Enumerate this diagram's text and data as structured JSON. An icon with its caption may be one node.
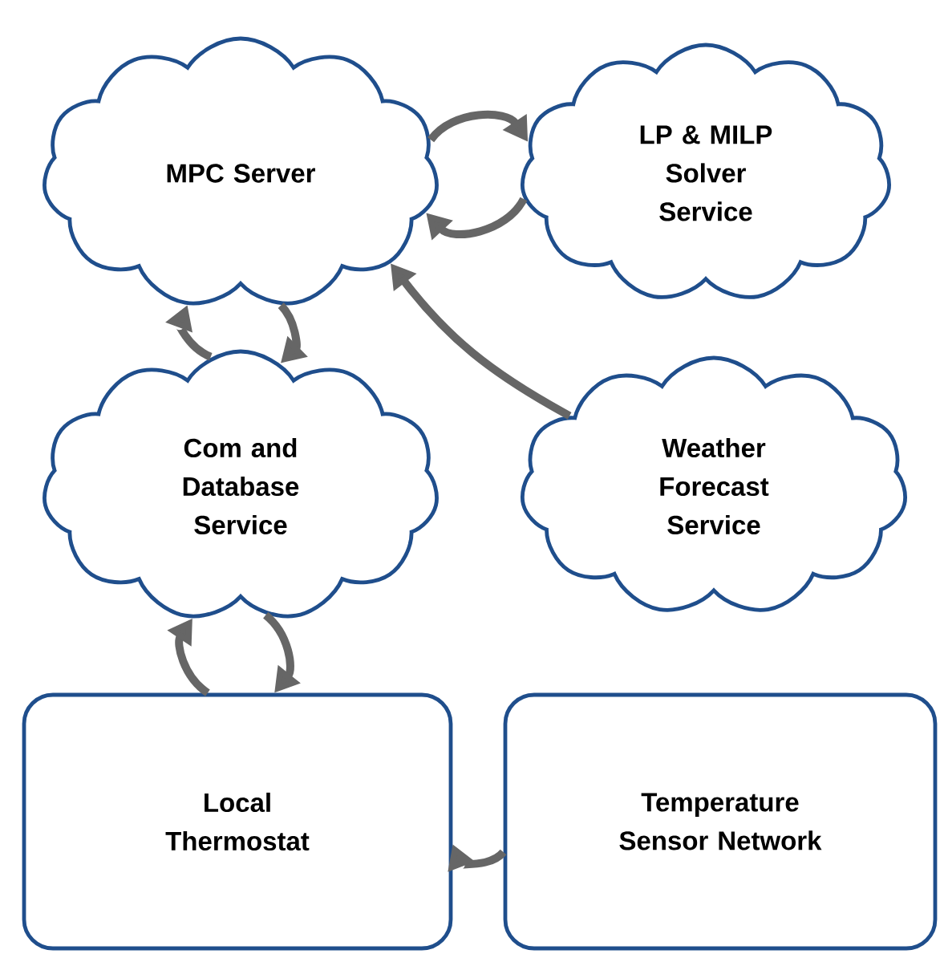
{
  "diagram": {
    "nodes": [
      {
        "text": [
          "MPC Server"
        ]
      },
      {
        "text": [
          "LP & MILP Solver Service"
        ]
      },
      {
        "text": [
          "Com and Database Service"
        ]
      },
      {
        "text": [
          "Weather Forecast Service"
        ]
      },
      {
        "text": [
          "Local Thermostat"
        ]
      },
      {
        "text": [
          "Temperature Sensor Network"
        ]
      }
    ],
    "edges": [
      {
        "from": 0,
        "to": 1,
        "arrow": "to"
      },
      {
        "from": 1,
        "to": 0,
        "arrow": "to"
      },
      {
        "from": 0,
        "to": 2,
        "arrow": "to"
      },
      {
        "from": 2,
        "to": 0,
        "arrow": "to"
      },
      {
        "from": 3,
        "to": 0,
        "arrow": "to"
      },
      {
        "from": 2,
        "to": 4,
        "arrow": "to"
      },
      {
        "from": 4,
        "to": 2,
        "arrow": "to"
      },
      {
        "from": 5,
        "to": 4,
        "arrow": "to"
      }
    ]
  }
}
